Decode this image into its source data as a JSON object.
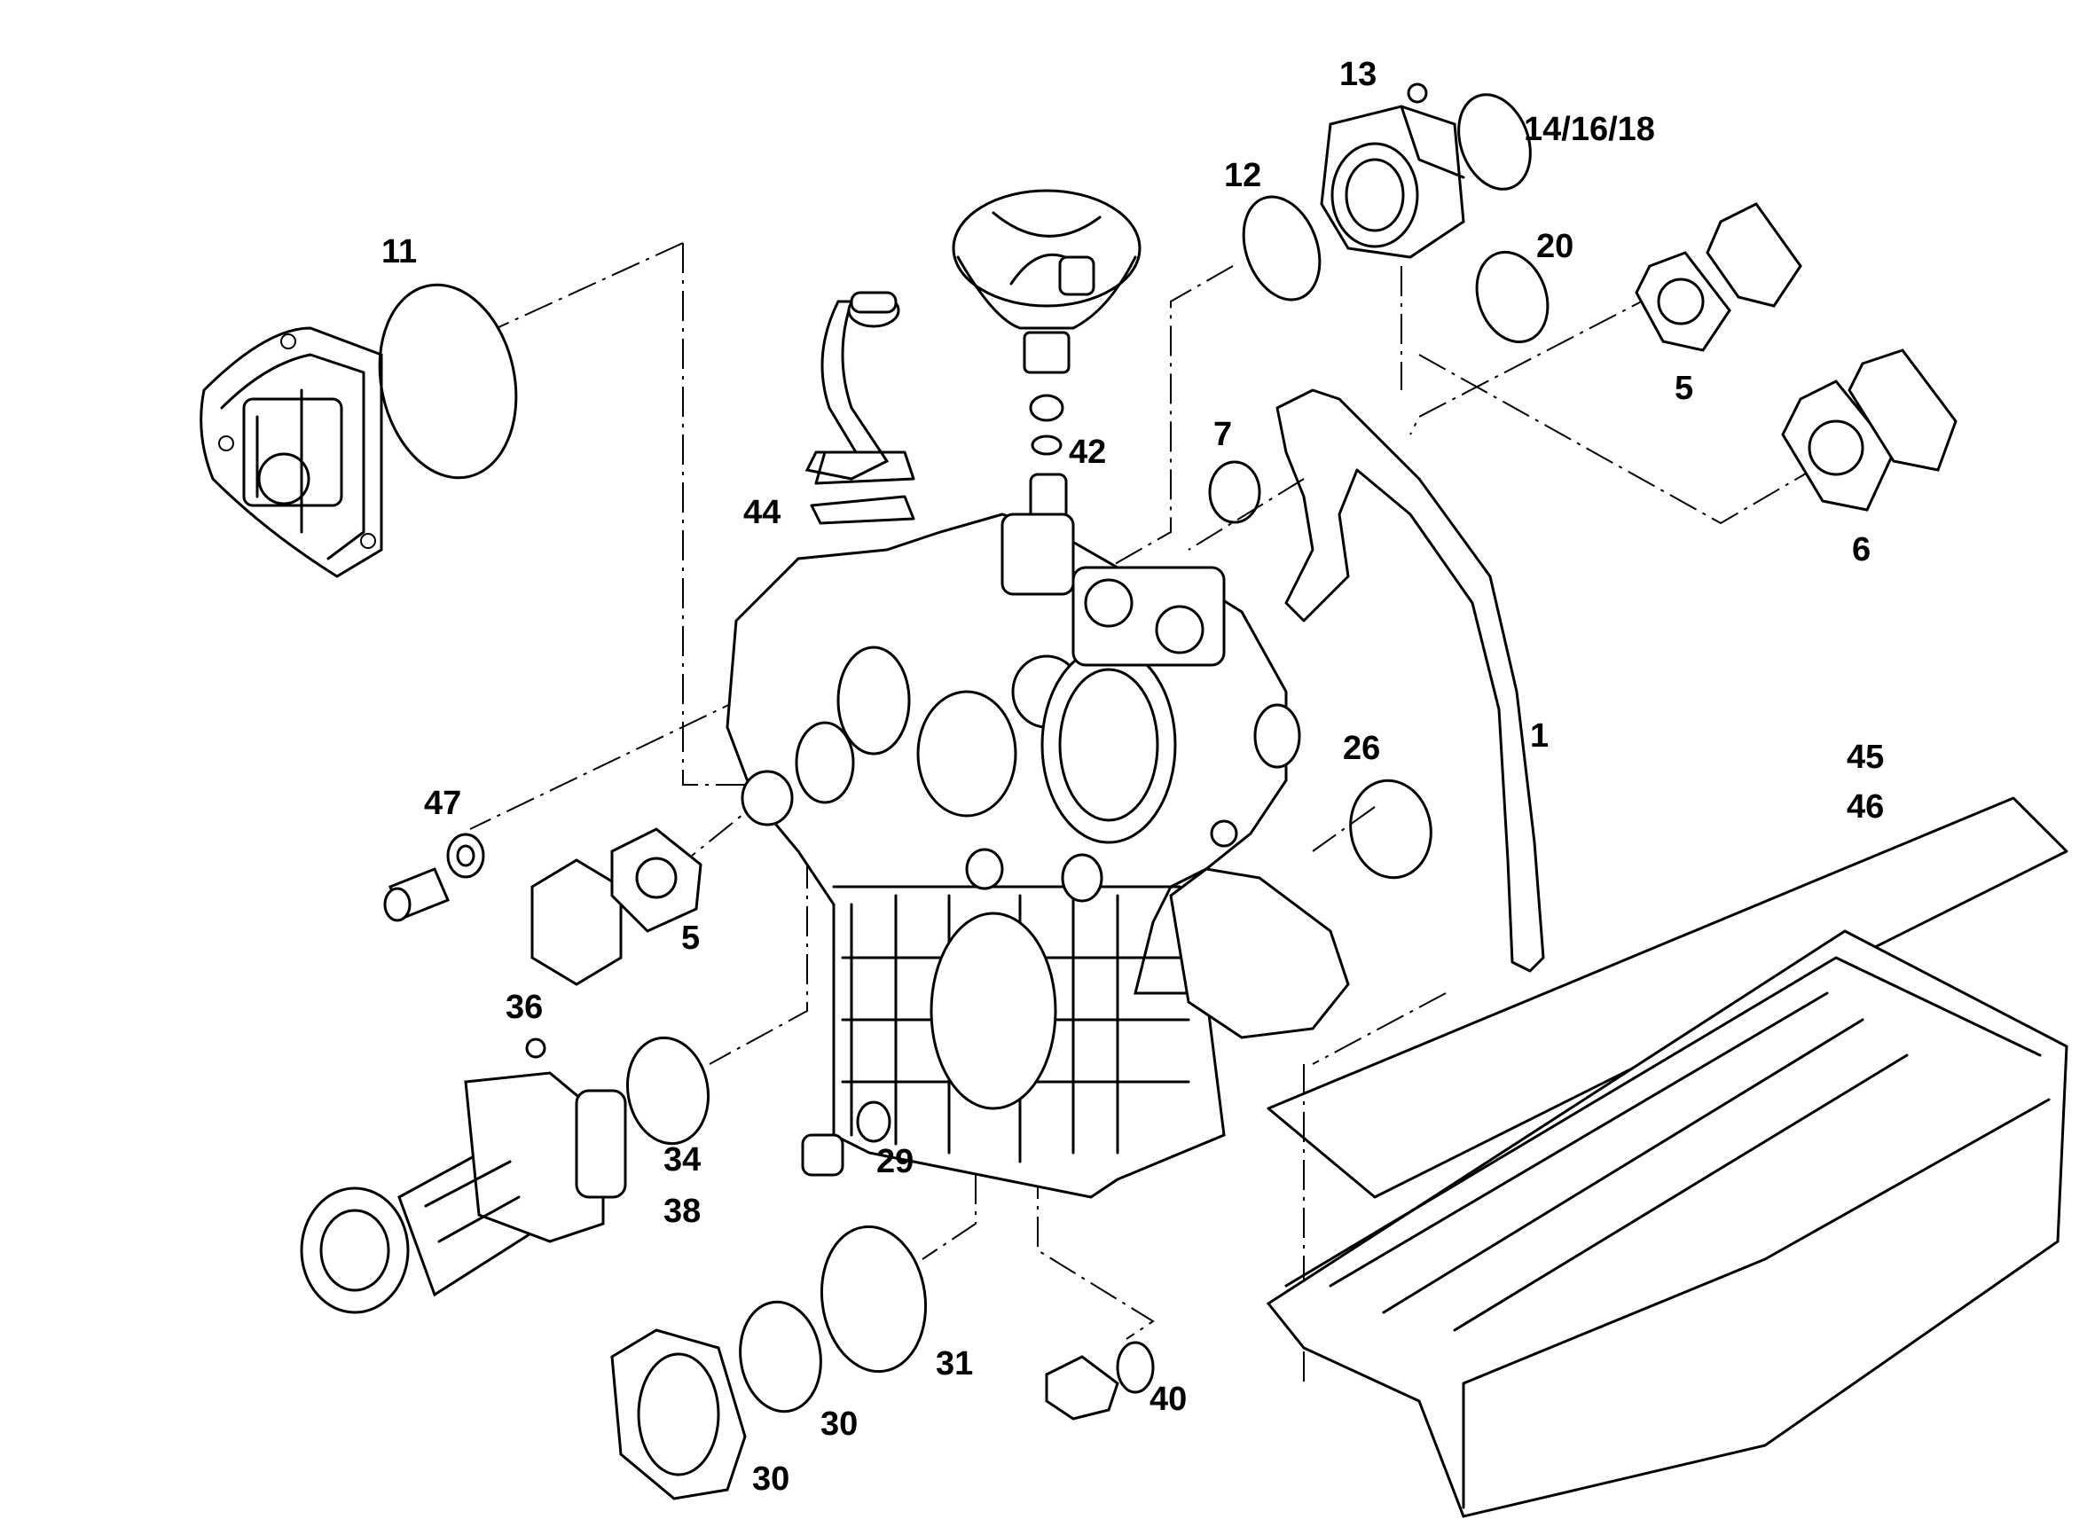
{
  "diagram": {
    "labels": {
      "l1": "1",
      "l5a": "5",
      "l5b": "5",
      "l6": "6",
      "l7": "7",
      "l11": "11",
      "l12": "12",
      "l13": "13",
      "l14": "14/16/18",
      "l20": "20",
      "l26": "26",
      "l29": "29",
      "l30a": "30",
      "l30b": "30",
      "l31": "31",
      "l34": "34",
      "l38": "38",
      "l36": "36",
      "l40": "40",
      "l42": "42",
      "l44": "44",
      "l45": "45",
      "l46": "46",
      "l47": "47"
    }
  }
}
